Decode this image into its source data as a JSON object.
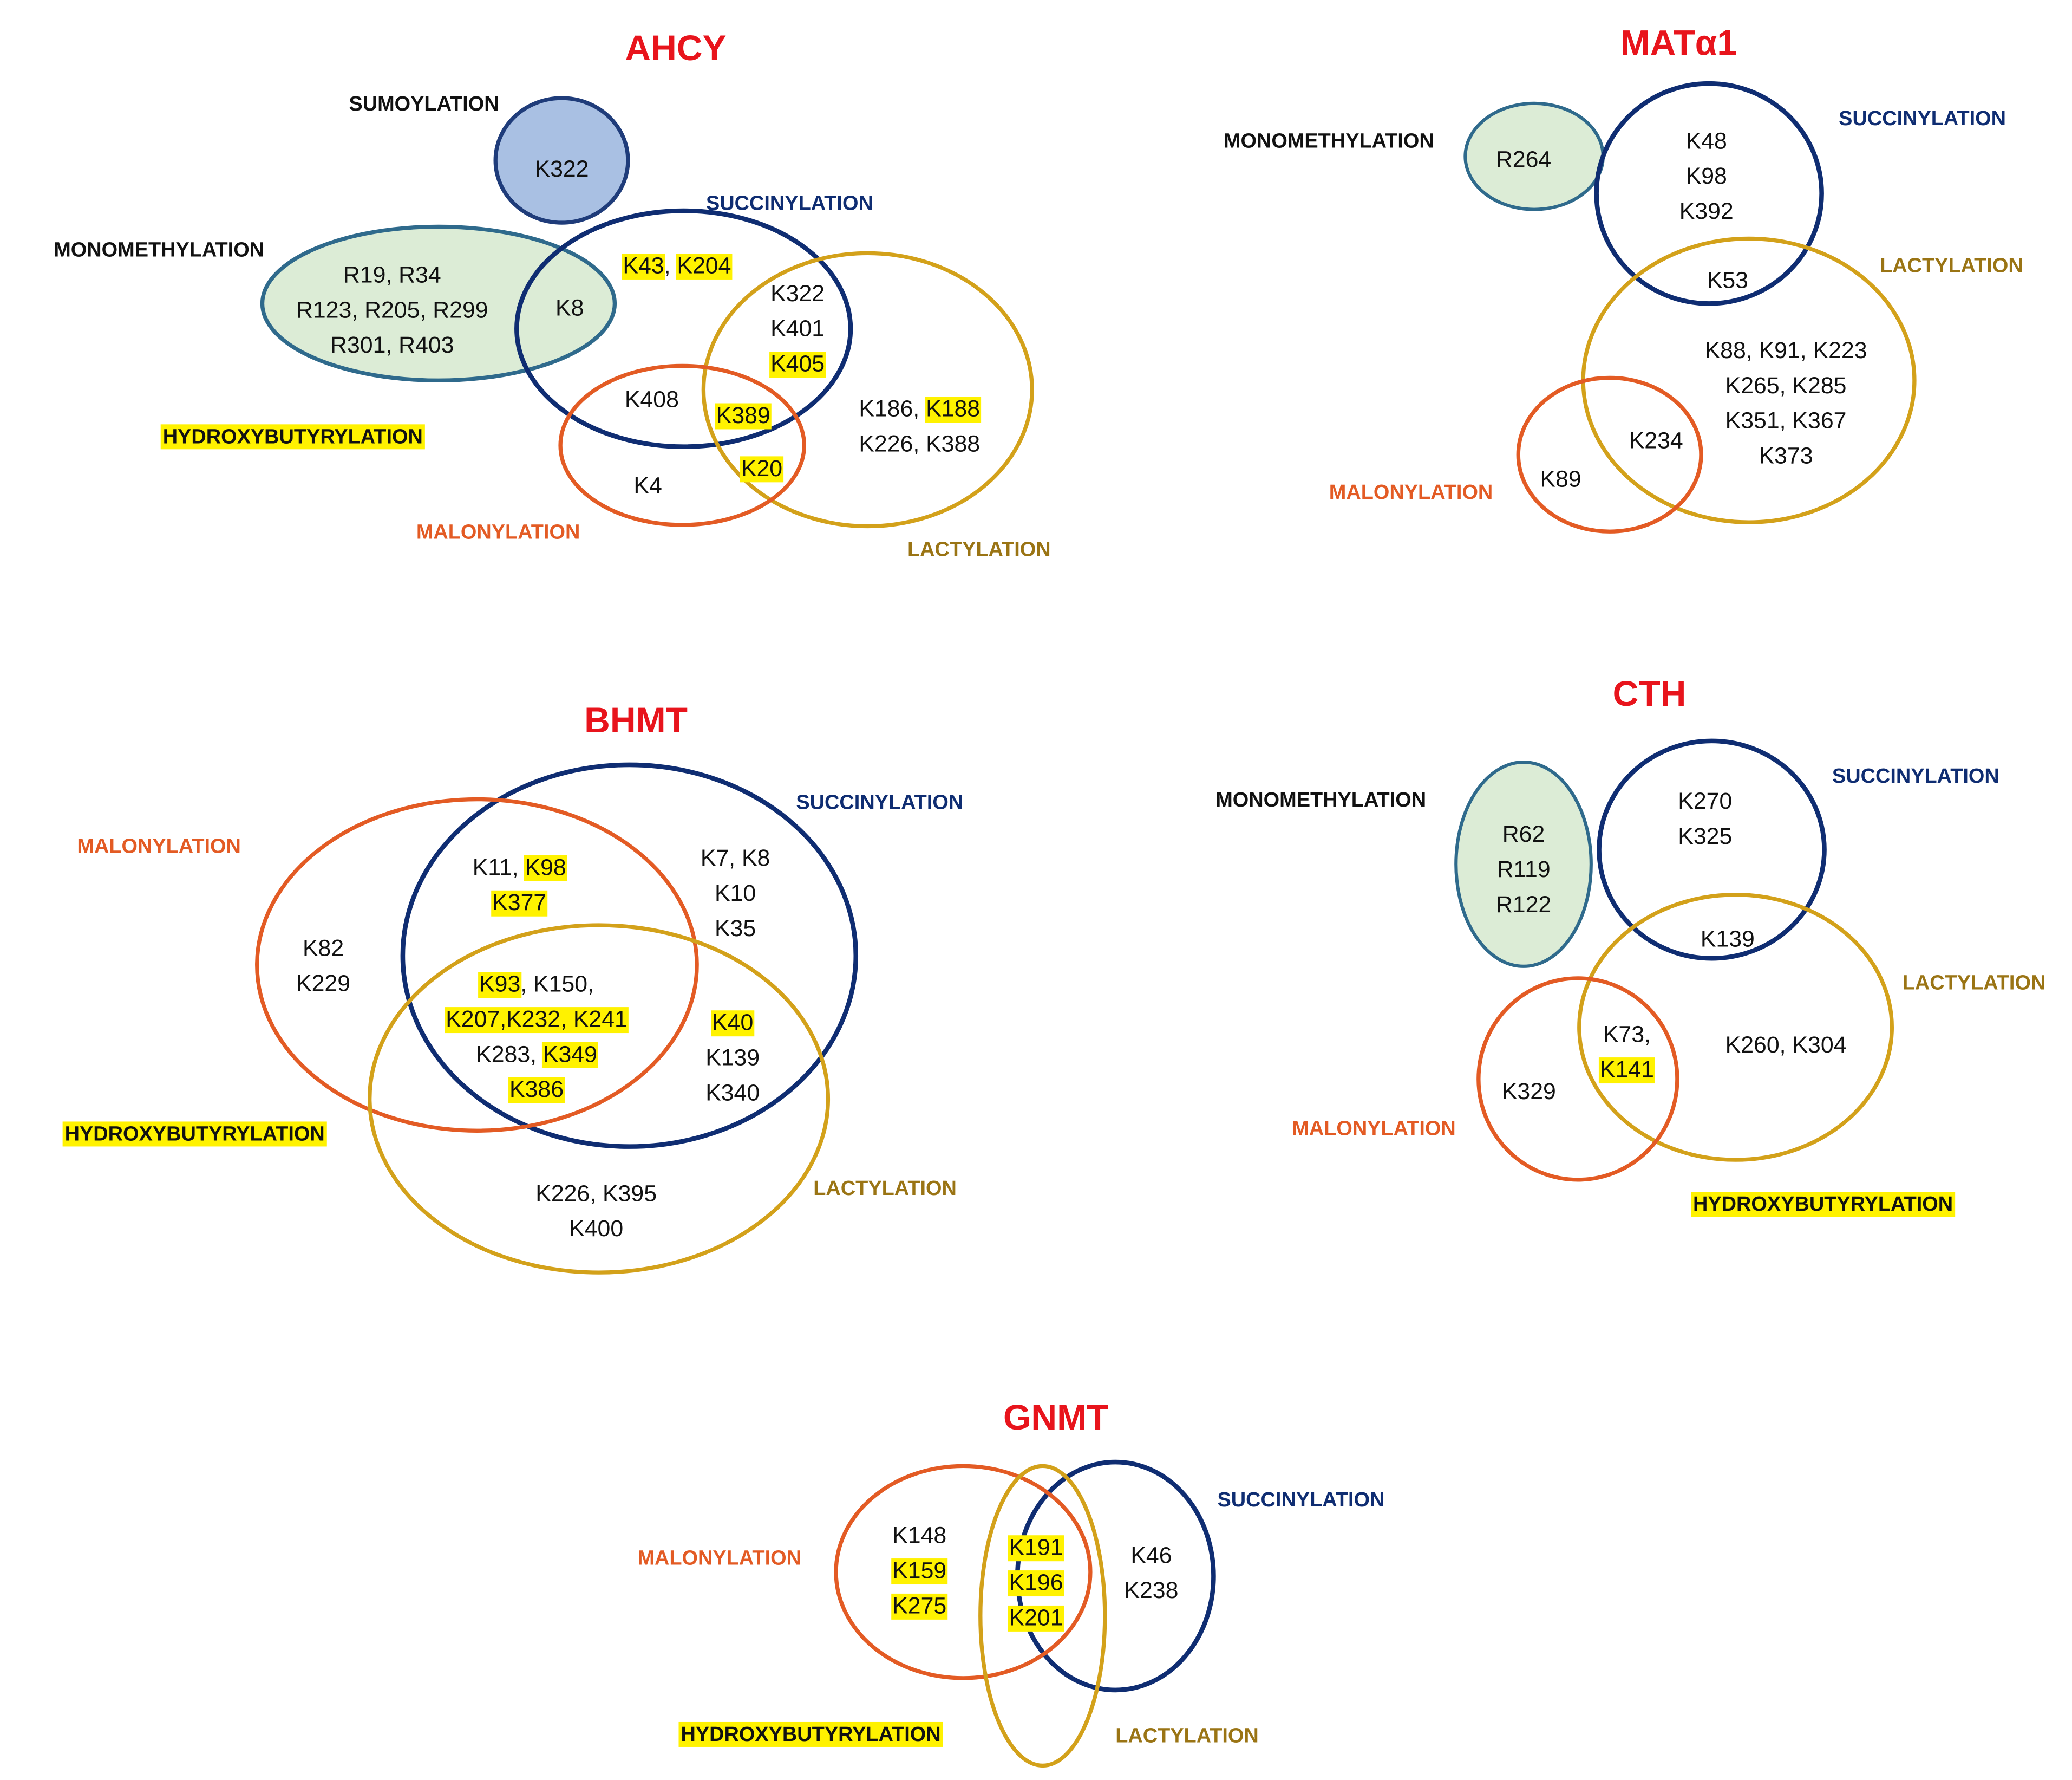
{
  "colors": {
    "title": "#e8141c",
    "succinylation": "#0f2d72",
    "lactylation": "#d3a11a",
    "lactylation_text": "#9a7414",
    "malonylation": "#e35b24",
    "sumoylation_fill": "#a9c0e3",
    "sumoylation_stroke": "#1f3c7a",
    "monomethylation_fill": "#dcecd6",
    "monomethylation_stroke": "#2f6a8c",
    "label_black": "#111111",
    "highlight": "#fff200"
  },
  "diagrams": [
    {
      "id": "ahcy",
      "title": "AHCY",
      "labels": [
        {
          "id": "sumo",
          "text": "SUMOYLATION",
          "type": "black"
        },
        {
          "id": "mono",
          "text": "MONOMETHYLATION",
          "type": "black"
        },
        {
          "id": "succ",
          "text": "SUCCINYLATION",
          "type": "succinylation"
        },
        {
          "id": "hydroxy",
          "text": "HYDROXYBUTYRYLATION",
          "type": "hydroxy"
        },
        {
          "id": "malo",
          "text": "MALONYLATION",
          "type": "malonylation"
        },
        {
          "id": "lact",
          "text": "LACTYLATION",
          "type": "lactylation"
        }
      ],
      "sites": [
        {
          "id": "a1",
          "lines": [
            [
              [
                "K322",
                false
              ]
            ]
          ]
        },
        {
          "id": "a2",
          "lines": [
            [
              [
                "R19, R34",
                false
              ]
            ],
            [
              [
                "R123, R205, R299",
                false
              ]
            ],
            [
              [
                "R301, R403",
                false
              ]
            ]
          ]
        },
        {
          "id": "a3",
          "lines": [
            [
              [
                "K8",
                false
              ]
            ]
          ]
        },
        {
          "id": "a4",
          "lines": [
            [
              [
                "K43",
                true
              ],
              [
                ", ",
                false
              ],
              [
                "K204",
                true
              ]
            ]
          ]
        },
        {
          "id": "a5",
          "lines": [
            [
              [
                "K322",
                false
              ]
            ],
            [
              [
                "K401",
                false
              ]
            ],
            [
              [
                "K405",
                true
              ]
            ]
          ]
        },
        {
          "id": "a6",
          "lines": [
            [
              [
                "K408",
                false
              ]
            ]
          ]
        },
        {
          "id": "a7",
          "lines": [
            [
              [
                "K389",
                true
              ]
            ]
          ]
        },
        {
          "id": "a8",
          "lines": [
            [
              [
                "K186, ",
                false
              ],
              [
                "K188",
                true
              ]
            ],
            [
              [
                "K226, K388",
                false
              ]
            ]
          ]
        },
        {
          "id": "a9",
          "lines": [
            [
              [
                "K20",
                true
              ]
            ]
          ]
        },
        {
          "id": "a10",
          "lines": [
            [
              [
                "K4",
                false
              ]
            ]
          ]
        }
      ]
    },
    {
      "id": "mat",
      "title": "MATα1",
      "labels": [
        {
          "id": "mono",
          "text": "MONOMETHYLATION",
          "type": "black"
        },
        {
          "id": "succ",
          "text": "SUCCINYLATION",
          "type": "succinylation"
        },
        {
          "id": "lact",
          "text": "LACTYLATION",
          "type": "lactylation"
        },
        {
          "id": "malo",
          "text": "MALONYLATION",
          "type": "malonylation"
        }
      ],
      "sites": [
        {
          "id": "m1",
          "lines": [
            [
              [
                "R264",
                false
              ]
            ]
          ]
        },
        {
          "id": "m2",
          "lines": [
            [
              [
                "K48",
                false
              ]
            ],
            [
              [
                "K98",
                false
              ]
            ],
            [
              [
                "K392",
                false
              ]
            ]
          ]
        },
        {
          "id": "m3",
          "lines": [
            [
              [
                "K53",
                false
              ]
            ]
          ]
        },
        {
          "id": "m4",
          "lines": [
            [
              [
                "K88, K91, K223",
                false
              ]
            ],
            [
              [
                "K265, K285",
                false
              ]
            ],
            [
              [
                "K351, K367",
                false
              ]
            ],
            [
              [
                "K373",
                false
              ]
            ]
          ]
        },
        {
          "id": "m5",
          "lines": [
            [
              [
                "K234",
                false
              ]
            ]
          ]
        },
        {
          "id": "m6",
          "lines": [
            [
              [
                "K89",
                false
              ]
            ]
          ]
        }
      ]
    },
    {
      "id": "bhmt",
      "title": "BHMT",
      "labels": [
        {
          "id": "succ",
          "text": "SUCCINYLATION",
          "type": "succinylation"
        },
        {
          "id": "malo",
          "text": "MALONYLATION",
          "type": "malonylation"
        },
        {
          "id": "hydroxy",
          "text": "HYDROXYBUTYRYLATION",
          "type": "hydroxy"
        },
        {
          "id": "lact",
          "text": "LACTYLATION",
          "type": "lactylation"
        }
      ],
      "sites": [
        {
          "id": "b1",
          "lines": [
            [
              [
                "K11, ",
                false
              ],
              [
                "K98",
                true
              ]
            ],
            [
              [
                "K377",
                true
              ]
            ]
          ]
        },
        {
          "id": "b2",
          "lines": [
            [
              [
                "K7, K8",
                false
              ]
            ],
            [
              [
                "K10",
                false
              ]
            ],
            [
              [
                "K35",
                false
              ]
            ]
          ]
        },
        {
          "id": "b3",
          "lines": [
            [
              [
                "K82",
                false
              ]
            ],
            [
              [
                "K229",
                false
              ]
            ]
          ]
        },
        {
          "id": "b4",
          "lines": [
            [
              [
                "K93",
                true
              ],
              [
                ", K150,",
                false
              ]
            ],
            [
              [
                "K207,K232, K241",
                true
              ]
            ],
            [
              [
                "K283, ",
                false
              ],
              [
                "K349",
                true
              ]
            ],
            [
              [
                "K386",
                true
              ]
            ]
          ]
        },
        {
          "id": "b5",
          "lines": [
            [
              [
                "K40",
                true
              ]
            ],
            [
              [
                "K139",
                false
              ]
            ],
            [
              [
                "K340",
                false
              ]
            ]
          ]
        },
        {
          "id": "b6",
          "lines": [
            [
              [
                "K226, K395",
                false
              ]
            ],
            [
              [
                "K400",
                false
              ]
            ]
          ]
        }
      ]
    },
    {
      "id": "cth",
      "title": "CTH",
      "labels": [
        {
          "id": "mono",
          "text": "MONOMETHYLATION",
          "type": "black"
        },
        {
          "id": "succ",
          "text": "SUCCINYLATION",
          "type": "succinylation"
        },
        {
          "id": "lact",
          "text": "LACTYLATION",
          "type": "lactylation"
        },
        {
          "id": "malo",
          "text": "MALONYLATION",
          "type": "malonylation"
        },
        {
          "id": "hydroxy",
          "text": "HYDROXYBUTYRYLATION",
          "type": "hydroxy"
        }
      ],
      "sites": [
        {
          "id": "c1",
          "lines": [
            [
              [
                "R62",
                false
              ]
            ],
            [
              [
                "R119",
                false
              ]
            ],
            [
              [
                "R122",
                false
              ]
            ]
          ]
        },
        {
          "id": "c2",
          "lines": [
            [
              [
                "K270",
                false
              ]
            ],
            [
              [
                "K325",
                false
              ]
            ]
          ]
        },
        {
          "id": "c3",
          "lines": [
            [
              [
                "K139",
                false
              ]
            ]
          ]
        },
        {
          "id": "c4",
          "lines": [
            [
              [
                "K73,",
                false
              ]
            ],
            [
              [
                "K141",
                true
              ]
            ]
          ]
        },
        {
          "id": "c5",
          "lines": [
            [
              [
                "K260, K304",
                false
              ]
            ]
          ]
        },
        {
          "id": "c6",
          "lines": [
            [
              [
                "K329",
                false
              ]
            ]
          ]
        }
      ]
    },
    {
      "id": "gnmt",
      "title": "GNMT",
      "labels": [
        {
          "id": "succ",
          "text": "SUCCINYLATION",
          "type": "succinylation"
        },
        {
          "id": "malo",
          "text": "MALONYLATION",
          "type": "malonylation"
        },
        {
          "id": "hydroxy",
          "text": "HYDROXYBUTYRYLATION",
          "type": "hydroxy"
        },
        {
          "id": "lact",
          "text": "LACTYLATION",
          "type": "lactylation"
        }
      ],
      "sites": [
        {
          "id": "g1",
          "lines": [
            [
              [
                "K148",
                false
              ]
            ],
            [
              [
                "K159",
                true
              ]
            ],
            [
              [
                "K275",
                true
              ]
            ]
          ]
        },
        {
          "id": "g2",
          "lines": [
            [
              [
                "K191",
                true
              ]
            ],
            [
              [
                "K196",
                true
              ]
            ],
            [
              [
                "K201",
                true
              ]
            ]
          ]
        },
        {
          "id": "g3",
          "lines": [
            [
              [
                "K46",
                false
              ]
            ],
            [
              [
                "K238",
                false
              ]
            ]
          ]
        }
      ]
    }
  ]
}
